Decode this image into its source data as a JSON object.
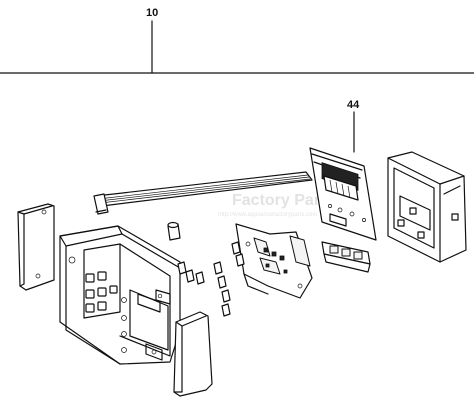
{
  "callouts": {
    "assembly": "10",
    "display_board": "44"
  },
  "watermark": {
    "brand": "Factory Parts",
    "url": "http://www.appliancefactoryparts.com"
  }
}
